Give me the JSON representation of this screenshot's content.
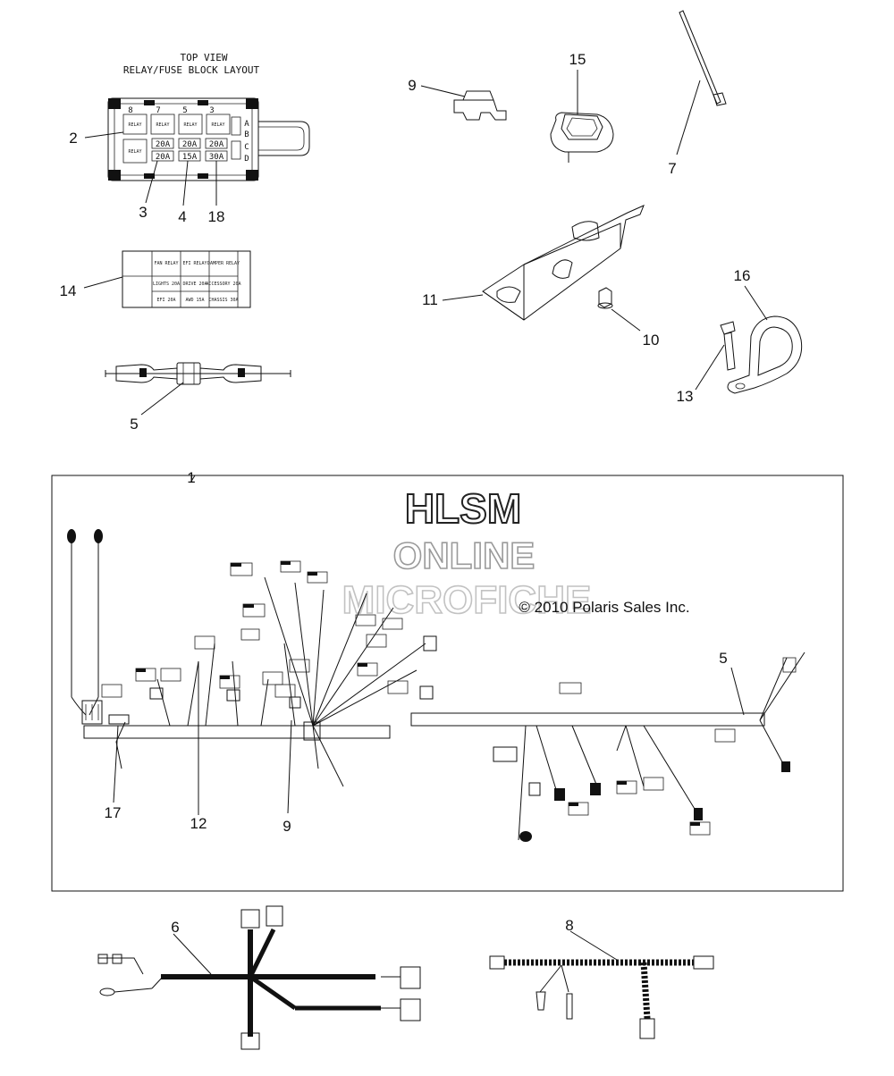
{
  "relay_block": {
    "title_line1": "TOP VIEW",
    "title_line2": "RELAY/FUSE BLOCK LAYOUT",
    "column_numbers": [
      "8",
      "7",
      "5",
      "3"
    ],
    "row_letters": [
      "A",
      "B",
      "C",
      "D"
    ],
    "relay_label": "RELAY",
    "fuse_ratings_row1": [
      "20A",
      "20A",
      "20A"
    ],
    "fuse_ratings_row2": [
      "20A",
      "15A",
      "30A"
    ]
  },
  "callouts": {
    "c1": "1",
    "c2": "2",
    "c3": "3",
    "c4": "4",
    "c5a": "5",
    "c5b": "5",
    "c6": "6",
    "c7": "7",
    "c8": "8",
    "c9a": "9",
    "c9b": "9",
    "c10": "10",
    "c11": "11",
    "c12": "12",
    "c13": "13",
    "c14": "14",
    "c15": "15",
    "c16": "16",
    "c17": "17",
    "c18": "18"
  },
  "decal": {
    "row1": [
      "FAN RELAY",
      "EFI RELAY",
      "DAMPER RELAY"
    ],
    "row2": [
      "LIGHTS 20A",
      "DRIVE 20A",
      "ACCESSORY 20A"
    ],
    "row3": [
      "EFI 20A",
      "AWD 15A",
      "CHASSIS 30A"
    ]
  },
  "watermark": {
    "line1": "HLSM",
    "line2": "ONLINE",
    "line3": "MICROFICHE",
    "copyright": "© 2010 Polaris Sales Inc."
  }
}
